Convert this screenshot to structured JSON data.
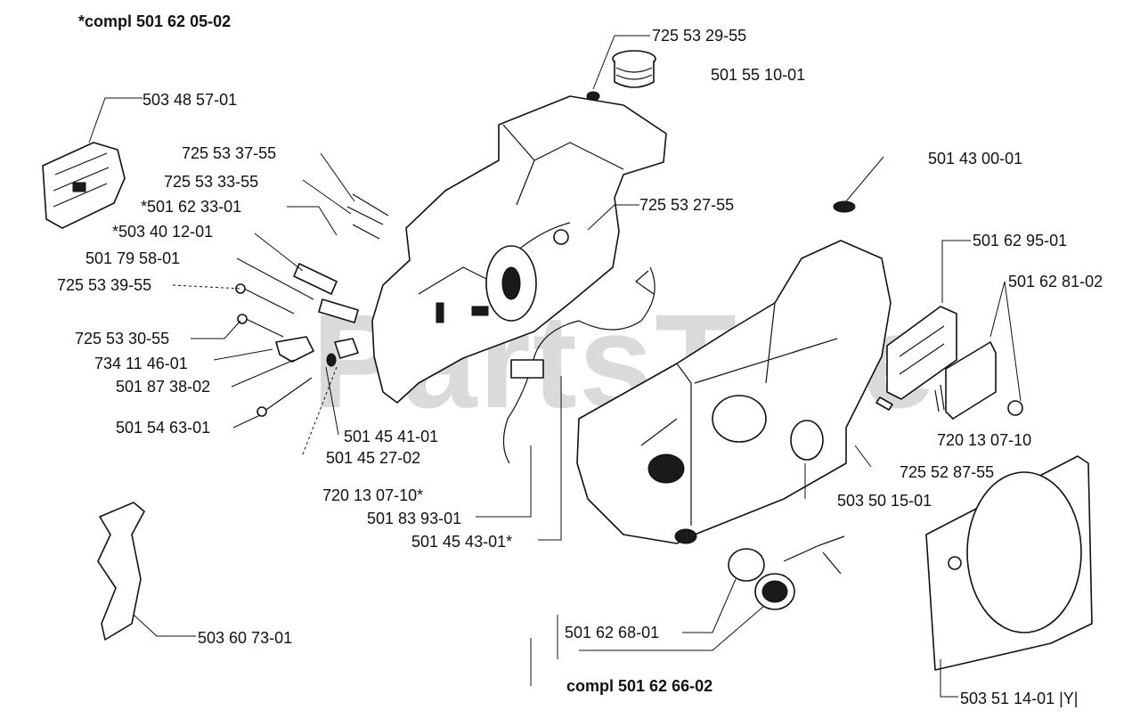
{
  "diagram": {
    "watermark": "PartsTree",
    "labels": {
      "compl_top": "*compl 501 62 05-02",
      "p725532955": "725 53 29-55",
      "p501551001": "501 55 10-01",
      "p503485701": "503 48 57-01",
      "p725533755": "725 53 37-55",
      "p725533355": "725 53 33-55",
      "p501623301": "*501 62 33-01",
      "p503401201": "*503 40 12-01",
      "p501795801": "501 79 58-01",
      "p725533955": "725 53 39-55",
      "p725533055": "725 53 30-55",
      "p734114601": "734 11 46-01",
      "p501873802": "501 87 38-02",
      "p501546301": "501 54 63-01",
      "p501454101": "501 45 41-01",
      "p501452702": "501 45 27-02",
      "p720130710s": "720 13 07-10*",
      "p501839301": "501 83 93-01",
      "p501454301": "501 45 43-01*",
      "p725532755": "725 53 27-55",
      "p501430001": "501 43 00-01",
      "p501629501": "501 62 95-01",
      "p501628102": "501 62 81-02",
      "p720130710": "720 13 07-10",
      "p725528755": "725 52 87-55",
      "p503501501": "503 50 15-01",
      "p503607301": "503 60 73-01",
      "p501626801": "501 62 68-01",
      "compl_bottom": "compl 501 62 66-02",
      "p503511401": "503 51 14-01 |Y|"
    }
  }
}
